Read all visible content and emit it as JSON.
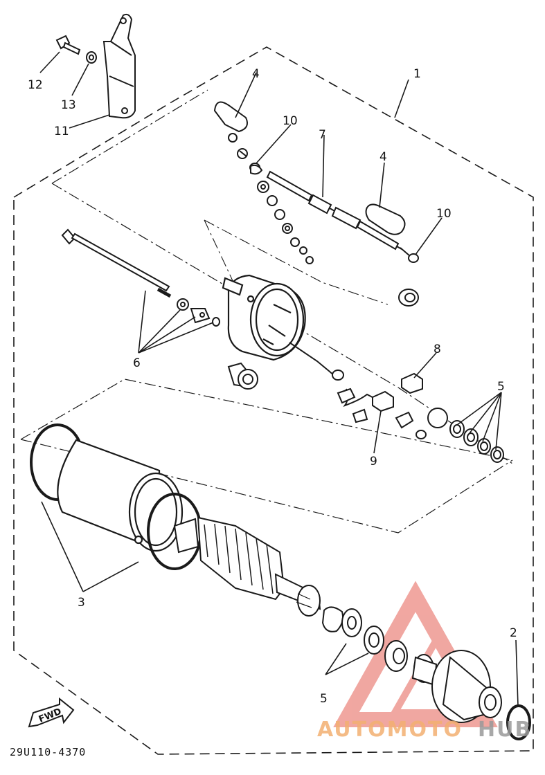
{
  "diagram": {
    "callouts": [
      {
        "id": "c1",
        "label": "1"
      },
      {
        "id": "c2",
        "label": "2"
      },
      {
        "id": "c3",
        "label": "3"
      },
      {
        "id": "c4a",
        "label": "4"
      },
      {
        "id": "c4b",
        "label": "4"
      },
      {
        "id": "c5a",
        "label": "5"
      },
      {
        "id": "c5b",
        "label": "5"
      },
      {
        "id": "c6",
        "label": "6"
      },
      {
        "id": "c7",
        "label": "7"
      },
      {
        "id": "c8",
        "label": "8"
      },
      {
        "id": "c9",
        "label": "9"
      },
      {
        "id": "c10a",
        "label": "10"
      },
      {
        "id": "c10b",
        "label": "10"
      },
      {
        "id": "c11",
        "label": "11"
      },
      {
        "id": "c12",
        "label": "12"
      },
      {
        "id": "c13",
        "label": "13"
      }
    ],
    "reference_code": "29U110-4370",
    "fwd_label": "FWD",
    "watermark": {
      "part1": "AUTOMOTO",
      "part2": "HUB"
    },
    "colors": {
      "line": "#1a1a1a",
      "watermark_red": "#e8776f",
      "watermark_orange": "#f3b071",
      "watermark_gray": "#9a9a9a"
    }
  }
}
